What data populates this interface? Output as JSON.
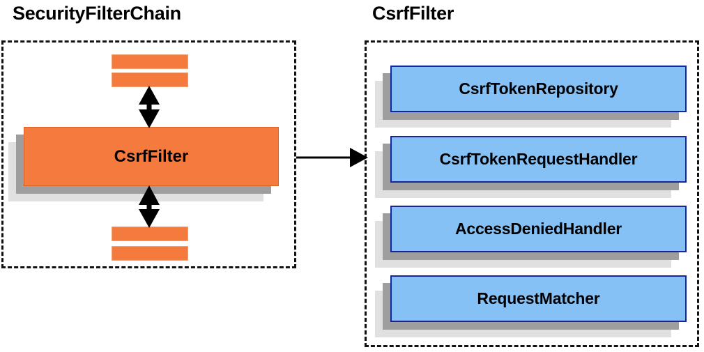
{
  "diagram": {
    "type": "component-relationship-diagram",
    "background_color": "#ffffff",
    "panels": [
      {
        "id": "security-filter-chain",
        "title": "SecurityFilterChain",
        "border_style": "dashed",
        "border_color": "#111111",
        "nodes": [
          {
            "id": "filter-bar-top-1",
            "label": "",
            "shape": "bar",
            "color": "#F47B3D"
          },
          {
            "id": "filter-bar-top-2",
            "label": "",
            "shape": "bar",
            "color": "#F47B3D"
          },
          {
            "id": "csrf-filter",
            "label": "CsrfFilter",
            "shape": "box",
            "color": "#F47B3D"
          },
          {
            "id": "filter-bar-bottom-1",
            "label": "",
            "shape": "bar",
            "color": "#F47B3D"
          },
          {
            "id": "filter-bar-bottom-2",
            "label": "",
            "shape": "bar",
            "color": "#F47B3D"
          }
        ],
        "connectors": [
          {
            "id": "top-link",
            "from": "filter-bar-top-2",
            "to": "csrf-filter",
            "style": "double-arrow",
            "orientation": "vertical"
          },
          {
            "id": "bottom-link",
            "from": "csrf-filter",
            "to": "filter-bar-bottom-1",
            "style": "double-arrow",
            "orientation": "vertical"
          }
        ]
      },
      {
        "id": "csrf-filter-detail",
        "title": "CsrfFilter",
        "border_style": "dashed",
        "border_color": "#111111",
        "nodes": [
          {
            "id": "csrf-token-repository",
            "label": "CsrfTokenRepository",
            "shape": "box",
            "color": "#85C1F5"
          },
          {
            "id": "csrf-token-request-handler",
            "label": "CsrfTokenRequestHandler",
            "shape": "box",
            "color": "#85C1F5"
          },
          {
            "id": "access-denied-handler",
            "label": "AccessDeniedHandler",
            "shape": "box",
            "color": "#85C1F5"
          },
          {
            "id": "request-matcher",
            "label": "RequestMatcher",
            "shape": "box",
            "color": "#85C1F5"
          }
        ]
      }
    ],
    "cross_panel_connector": {
      "id": "expand-arrow",
      "from": "security-filter-chain",
      "to": "csrf-filter-detail",
      "style": "single-arrow",
      "orientation": "horizontal",
      "color": "#000000"
    },
    "colors": {
      "orange_fill": "#F47B3D",
      "orange_border": "#D9632B",
      "blue_fill": "#85C1F5",
      "blue_border": "#15259B",
      "shadow_near": "#9e9e9e",
      "shadow_far": "#e0e0e0",
      "text": "#000000",
      "border_dashed": "#111111"
    }
  }
}
